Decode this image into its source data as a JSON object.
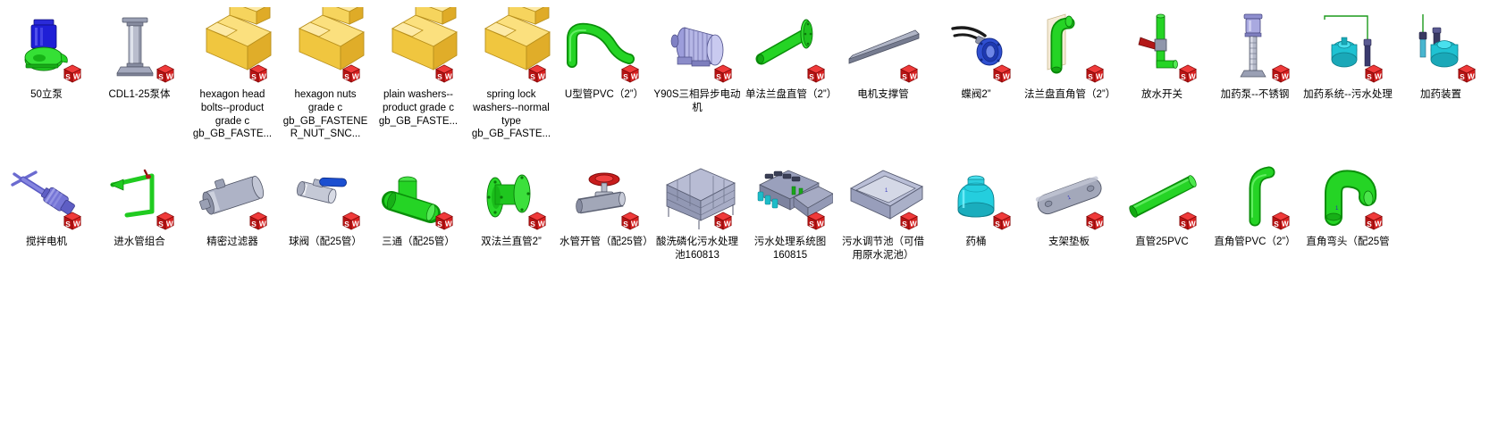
{
  "view": {
    "name": "file-explorer-icon-view",
    "background": "#ffffff",
    "label_color": "#000000",
    "columns": 16,
    "rows": 3,
    "overlay_badge": "solidworks-badge"
  },
  "palette": {
    "sw_red": "#d81010",
    "sw_red_dark": "#a00808",
    "sw_red_light": "#f04040",
    "pipe_green": "#11c411",
    "pipe_green_dark": "#079007",
    "gold": "#f5cb3c",
    "gold_dark": "#d9a91a",
    "gold_light": "#fde79a",
    "steel": "#8e93a8",
    "steel_dark": "#5e6375",
    "steel_light": "#bcc0d2",
    "motor_blue": "#1a1acc",
    "motor_violet": "#a7a8e0",
    "valve_blue": "#1f3fbf",
    "cyan_drum": "#18c6d8",
    "handle_red": "#c61414",
    "black": "#1a1a1a"
  },
  "items": [
    {
      "id": 1,
      "label": "50立泵",
      "icon": "vertical-pump-icon",
      "row": 1
    },
    {
      "id": 2,
      "label": "CDL1-25泵体",
      "icon": "cdl-pump-body-icon",
      "row": 1
    },
    {
      "id": 3,
      "label": "hexagon head bolts--product grade c gb_GB_FASTE...",
      "icon": "generic-part-block-icon",
      "row": 1
    },
    {
      "id": 4,
      "label": "hexagon nuts grade c gb_GB_FASTENER_NUT_SNC...",
      "icon": "generic-part-block-icon",
      "row": 1
    },
    {
      "id": 5,
      "label": "plain washers--product grade c gb_GB_FASTE...",
      "icon": "generic-part-block-icon",
      "row": 1
    },
    {
      "id": 6,
      "label": "spring lock washers--normal type gb_GB_FASTE...",
      "icon": "generic-part-block-icon",
      "row": 1
    },
    {
      "id": 7,
      "label": "U型管PVC（2”）",
      "icon": "u-bend-pipe-icon",
      "row": 1
    },
    {
      "id": 8,
      "label": "Y90S三相异步电动机",
      "icon": "three-phase-motor-icon",
      "row": 1
    },
    {
      "id": 9,
      "label": "单法兰盘直管（2”）",
      "icon": "single-flange-pipe-icon",
      "row": 1
    },
    {
      "id": 10,
      "label": "电机支撑管",
      "icon": "motor-support-bar-icon",
      "row": 1
    },
    {
      "id": 11,
      "label": "蝶阀2”",
      "icon": "butterfly-valve-icon",
      "row": 1
    },
    {
      "id": 12,
      "label": "法兰盘直角管（2”）",
      "icon": "flange-elbow-pipe-icon",
      "row": 1
    },
    {
      "id": 13,
      "label": "放水开关",
      "icon": "drain-switch-icon",
      "row": 1
    },
    {
      "id": 14,
      "label": "加药泵--不锈钢",
      "icon": "dosing-pump-icon",
      "row": 1
    },
    {
      "id": 15,
      "label": "加药系统--污水处理",
      "icon": "dosing-system-icon",
      "row": 1
    },
    {
      "id": 16,
      "label": "加药装置",
      "icon": "dosing-device-icon",
      "row": 2
    },
    {
      "id": 17,
      "label": "搅拌电机",
      "icon": "mixer-motor-icon",
      "row": 2
    },
    {
      "id": 18,
      "label": "进水管组合",
      "icon": "inlet-pipe-assembly-icon",
      "row": 2
    },
    {
      "id": 19,
      "label": "精密过滤器",
      "icon": "precision-filter-icon",
      "row": 2
    },
    {
      "id": 20,
      "label": "球阀（配25管）",
      "icon": "ball-valve-icon",
      "row": 2
    },
    {
      "id": 21,
      "label": "三通（配25管）",
      "icon": "tee-fitting-icon",
      "row": 2
    },
    {
      "id": 22,
      "label": "双法兰直管2”",
      "icon": "double-flange-pipe-icon",
      "row": 2
    },
    {
      "id": 23,
      "label": "水管开管（配25管）",
      "icon": "gate-valve-icon",
      "row": 2
    },
    {
      "id": 24,
      "label": "酸洗磷化污水处理池160813",
      "icon": "treatment-tank-icon",
      "row": 2
    },
    {
      "id": 25,
      "label": "污水处理系统图160815",
      "icon": "treatment-system-icon",
      "row": 2
    },
    {
      "id": 26,
      "label": "污水调节池（可借用原水泥池）",
      "icon": "equalization-basin-icon",
      "row": 2
    },
    {
      "id": 27,
      "label": "药桶",
      "icon": "chemical-drum-icon",
      "row": 2
    },
    {
      "id": 28,
      "label": "支架垫板",
      "icon": "bracket-pad-plate-icon",
      "row": 2
    },
    {
      "id": 29,
      "label": "直管25PVC",
      "icon": "straight-pipe-icon",
      "row": 2
    },
    {
      "id": 30,
      "label": "直角管PVC（2”）",
      "icon": "elbow-pipe-icon",
      "row": 2
    },
    {
      "id": 31,
      "label": "直角弯头（配25管",
      "icon": "elbow-fitting-icon",
      "row": 3
    }
  ]
}
